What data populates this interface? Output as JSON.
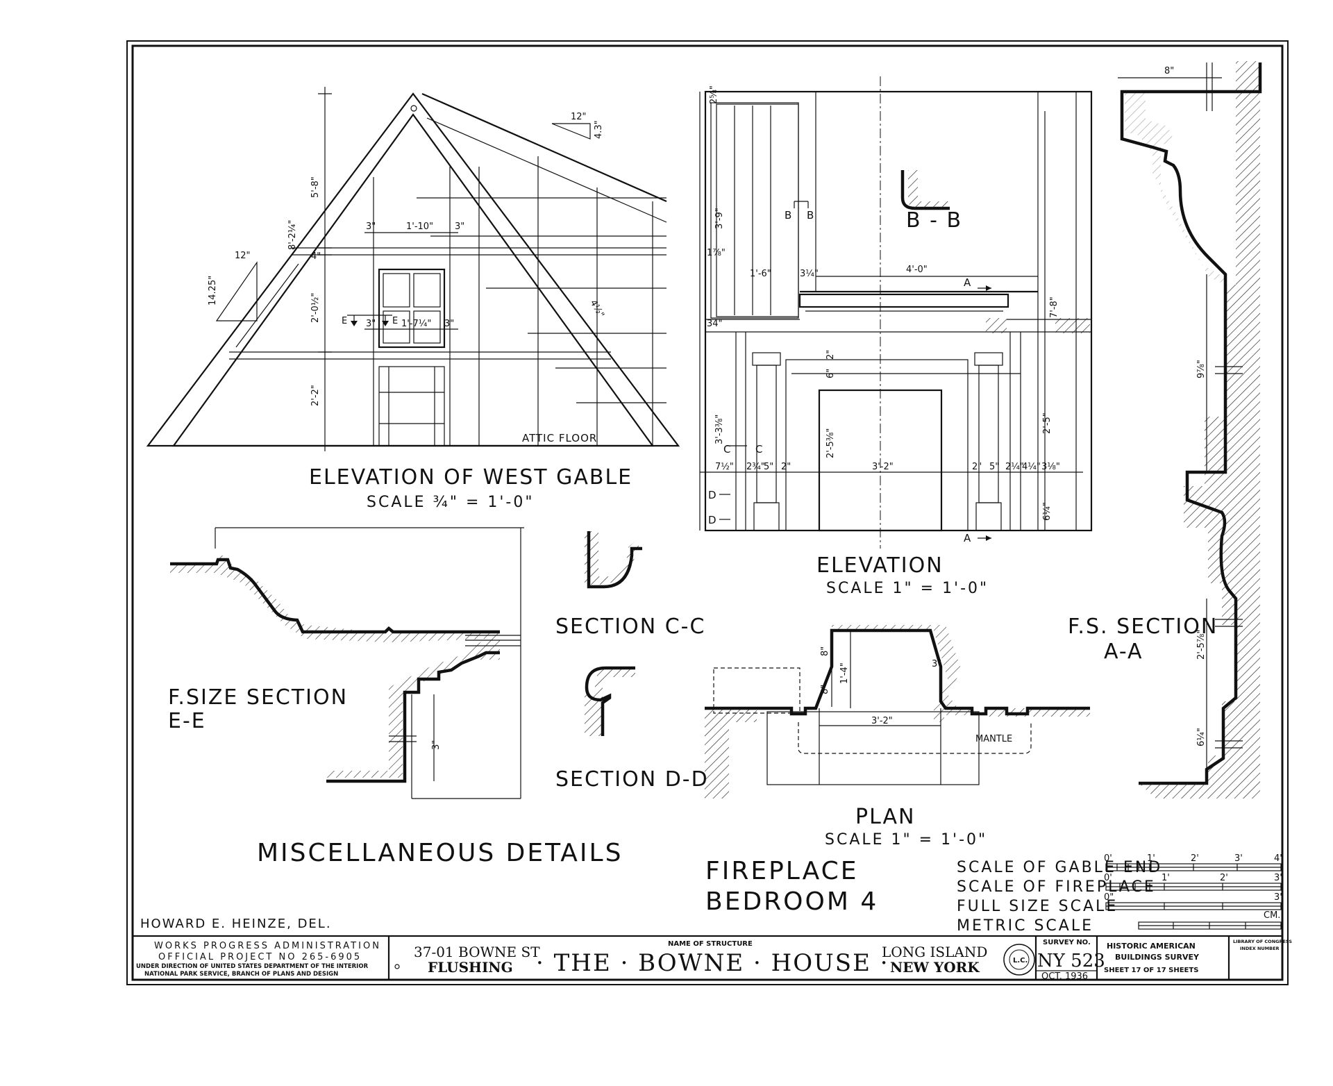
{
  "drawing": {
    "gable": {
      "title": "ELEVATION OF WEST GABLE",
      "scale": "SCALE ¾\" = 1'-0\"",
      "attic_label": "ATTIC FLOOR",
      "dims": {
        "total_height": "8'-2¼\"",
        "top_height": "5'-8\"",
        "mid_height": "2'-0½\"",
        "bottom_height": "2'-2\"",
        "small": "4\"",
        "window_width": "1'-10\"",
        "margin_left": "3\"",
        "margin_right": "3\"",
        "sash_left": "3\"",
        "sash_mid": "1'-7¼\"",
        "sash_right": "3\"",
        "roof_pitch_run": "12\"",
        "roof_pitch_rise": "4.3\"",
        "pitch_run": "12\"",
        "pitch_rise": "14.25\"",
        "diag": "4½\""
      },
      "section_marker": "E"
    },
    "fireplace_elevation": {
      "title": "ELEVATION",
      "scale": "SCALE 1\" = 1'-0\"",
      "bb_label": "B - B",
      "marker_b": "B",
      "marker_a": "A",
      "marker_c": "C",
      "marker_d": "D",
      "dims": {
        "panel_height": "3'-9\"",
        "panel_width": "1'-6\"",
        "panel_side": "3¼\"",
        "top": "2⅝\"",
        "small_a": "1⅞\"",
        "mantel_width": "4'-0\"",
        "lower_height": "3'-3⅜\"",
        "opening_height": "2'-5⅜\"",
        "opening_width": "3'-2\"",
        "opening_top": "6\"",
        "dim_2a": "2\"",
        "left_1": "7½\"",
        "left_2": "2¾\"",
        "left_3": "5\"",
        "left_4": "2\"",
        "right_1": "2\"",
        "right_2": "5\"",
        "right_3": "2¼\"",
        "right_4": "4¼\"",
        "right_5": "3⅛\"",
        "right_height": "2'-5\"",
        "right_lower": "6¼\"",
        "right_top": "7'-8\"",
        "side_34": "34\""
      }
    },
    "section_aa": {
      "title": "F.S. SECTION",
      "subtitle": "A-A",
      "dims": {
        "top": "8\"",
        "mid": "9⅞\"",
        "lower": "2'-5⅞\"",
        "bottom": "6¼\""
      }
    },
    "section_ee": {
      "title": "F.SIZE SECTION",
      "subtitle": "E-E",
      "dim": "3\""
    },
    "section_cc": {
      "title": "SECTION C-C"
    },
    "section_dd": {
      "title": "SECTION D-D"
    },
    "plan": {
      "title": "PLAN",
      "scale": "SCALE 1\" = 1'-0\"",
      "mantle_label": "MANTLE",
      "dims": {
        "width": "3'-2\"",
        "depth": "1'-4\"",
        "splay": "8\"",
        "lower": "8\"",
        "side": "3\""
      }
    },
    "misc_title": "MISCELLANEOUS DETAILS",
    "fireplace_title": "FIREPLACE",
    "fireplace_sub": "BEDROOM 4",
    "scales": {
      "gable_end": "SCALE OF GABLE END",
      "fireplace": "SCALE OF FIREPLACE",
      "full_size": "FULL SIZE SCALE",
      "metric": "METRIC SCALE",
      "gable_ticks": [
        "0'",
        "1'",
        "2'",
        "3'",
        "4'"
      ],
      "fire_ticks": [
        "0'",
        "1'",
        "2'",
        "3'"
      ],
      "full_ticks": [
        "0\"",
        "3\""
      ],
      "metric_unit": "CM."
    },
    "delineator": "HOWARD E. HEINZE, DEL."
  },
  "title_block": {
    "wpa_line1": "WORKS PROGRESS ADMINISTRATION",
    "wpa_line2": "OFFICIAL PROJECT NO 265-6905",
    "wpa_line3": "UNDER DIRECTION OF UNITED STATES DEPARTMENT OF THE INTERIOR",
    "wpa_line4": "NATIONAL PARK SERVICE, BRANCH OF PLANS AND DESIGN",
    "address1": "37-01 BOWNE ST",
    "address2": "FLUSHING",
    "name_label": "NAME OF STRUCTURE",
    "name": "· THE · BOWNE · HOUSE ·",
    "location1": "LONG ISLAND",
    "location2": "NEW YORK",
    "seal_text": "L.C.",
    "survey_label": "SURVEY NO.",
    "survey_no": "NY 523",
    "date": "OCT. 1936",
    "habs1": "HISTORIC AMERICAN",
    "habs2": "BUILDINGS SURVEY",
    "sheet": "SHEET 17 OF 17 SHEETS",
    "loc1": "LIBRARY OF CONGRESS",
    "loc2": "INDEX NUMBER"
  }
}
